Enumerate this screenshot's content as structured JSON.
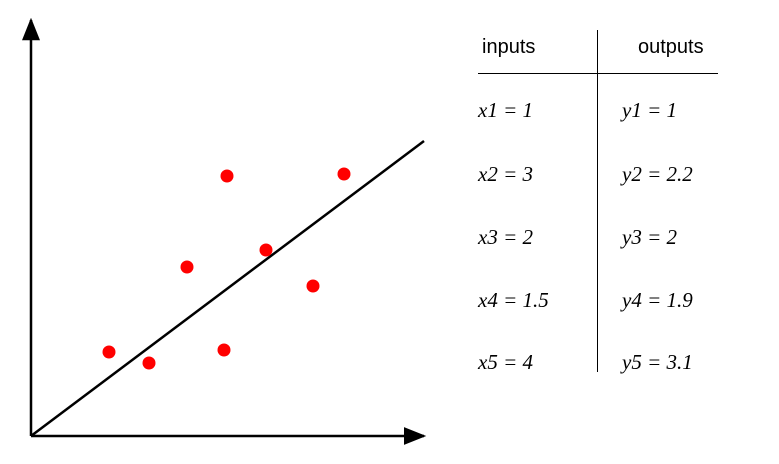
{
  "table": {
    "headers": {
      "inputs": "inputs",
      "outputs": "outputs"
    },
    "rows": [
      {
        "input": "x1 = 1",
        "output": "y1 = 1"
      },
      {
        "input": "x2 = 3",
        "output": "y2 = 2.2"
      },
      {
        "input": "x3 = 2",
        "output": "y3 = 2"
      },
      {
        "input": "x4 = 1.5",
        "output": "y4 = 1.9"
      },
      {
        "input": "x5 = 4",
        "output": "y5 = 3.1"
      }
    ]
  },
  "colors": {
    "point": "#ff0000",
    "line": "#000000",
    "axes": "#000000"
  }
}
